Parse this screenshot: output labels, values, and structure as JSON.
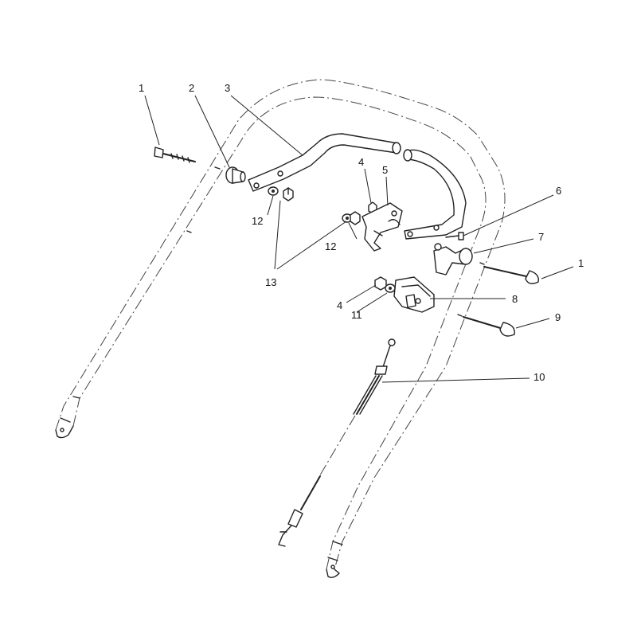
{
  "callouts": {
    "c1a": "1",
    "c2": "2",
    "c3": "3",
    "c4a": "4",
    "c5": "5",
    "c6": "6",
    "c7": "7",
    "c1b": "1",
    "c12a": "12",
    "c12b": "12",
    "c13": "13",
    "c4b": "4",
    "c11": "11",
    "c8": "8",
    "c9": "9",
    "c10": "10"
  }
}
